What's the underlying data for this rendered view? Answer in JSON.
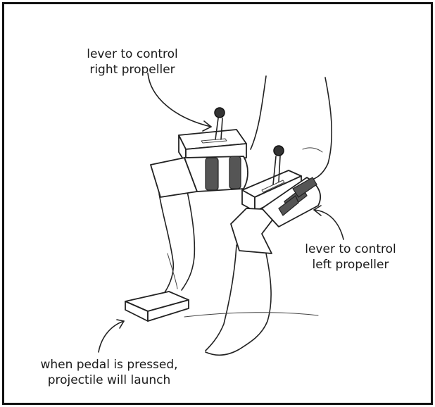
{
  "labels": {
    "right_lever": [
      "lever to control",
      "right propeller"
    ],
    "left_lever": [
      "lever to control",
      "left propeller"
    ],
    "pedal": [
      "when pedal is pressed,",
      "projectile will launch"
    ]
  },
  "colors": {
    "ink": "#222222",
    "band": "#555555",
    "frame": "#111111"
  }
}
